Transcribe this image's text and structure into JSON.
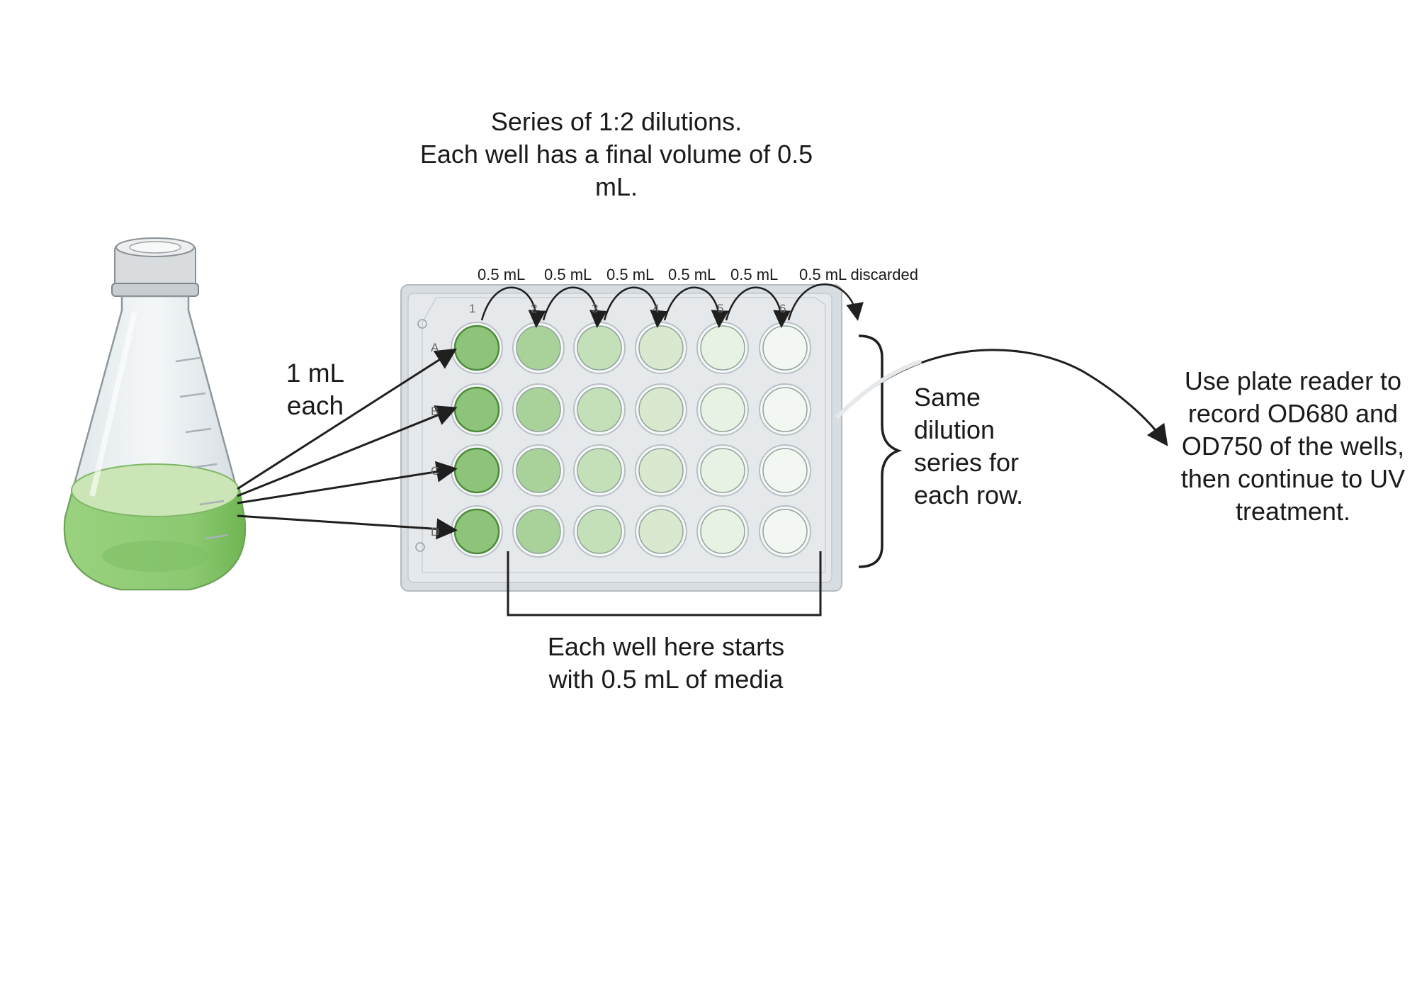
{
  "notes": {
    "title_lines": [
      "Series of 1:2 dilutions.",
      "Each well has a final volume of 0.5",
      "mL."
    ],
    "transfer_lines": [
      "1 mL",
      "each"
    ],
    "rows_lines": [
      "Same",
      "dilution",
      "series for",
      "each row."
    ],
    "plate_reader_lines": [
      "Use plate reader to",
      "record OD680 and",
      "OD750 of the wells,",
      "then continue to UV",
      "treatment."
    ],
    "media_lines": [
      "Each well here starts",
      "with 0.5 mL of media"
    ]
  },
  "transfer_labels": [
    "0.5 mL",
    "0.5 mL",
    "0.5 mL",
    "0.5 mL",
    "0.5 mL",
    "0.5 mL discarded"
  ],
  "plate": {
    "columns": [
      "1",
      "2",
      "3",
      "4",
      "5",
      "6"
    ],
    "rows": [
      "A",
      "B",
      "C",
      "D"
    ],
    "dilution_colors": [
      "#8dc47a",
      "#a9d19a",
      "#c4e0b8",
      "#d8e9cf",
      "#e8f2e2",
      "#f3f7f1"
    ]
  },
  "colors": {
    "media_green": "#8cc971",
    "arrow": "#1f1f1f",
    "plate_body": "#e6e9ec"
  }
}
